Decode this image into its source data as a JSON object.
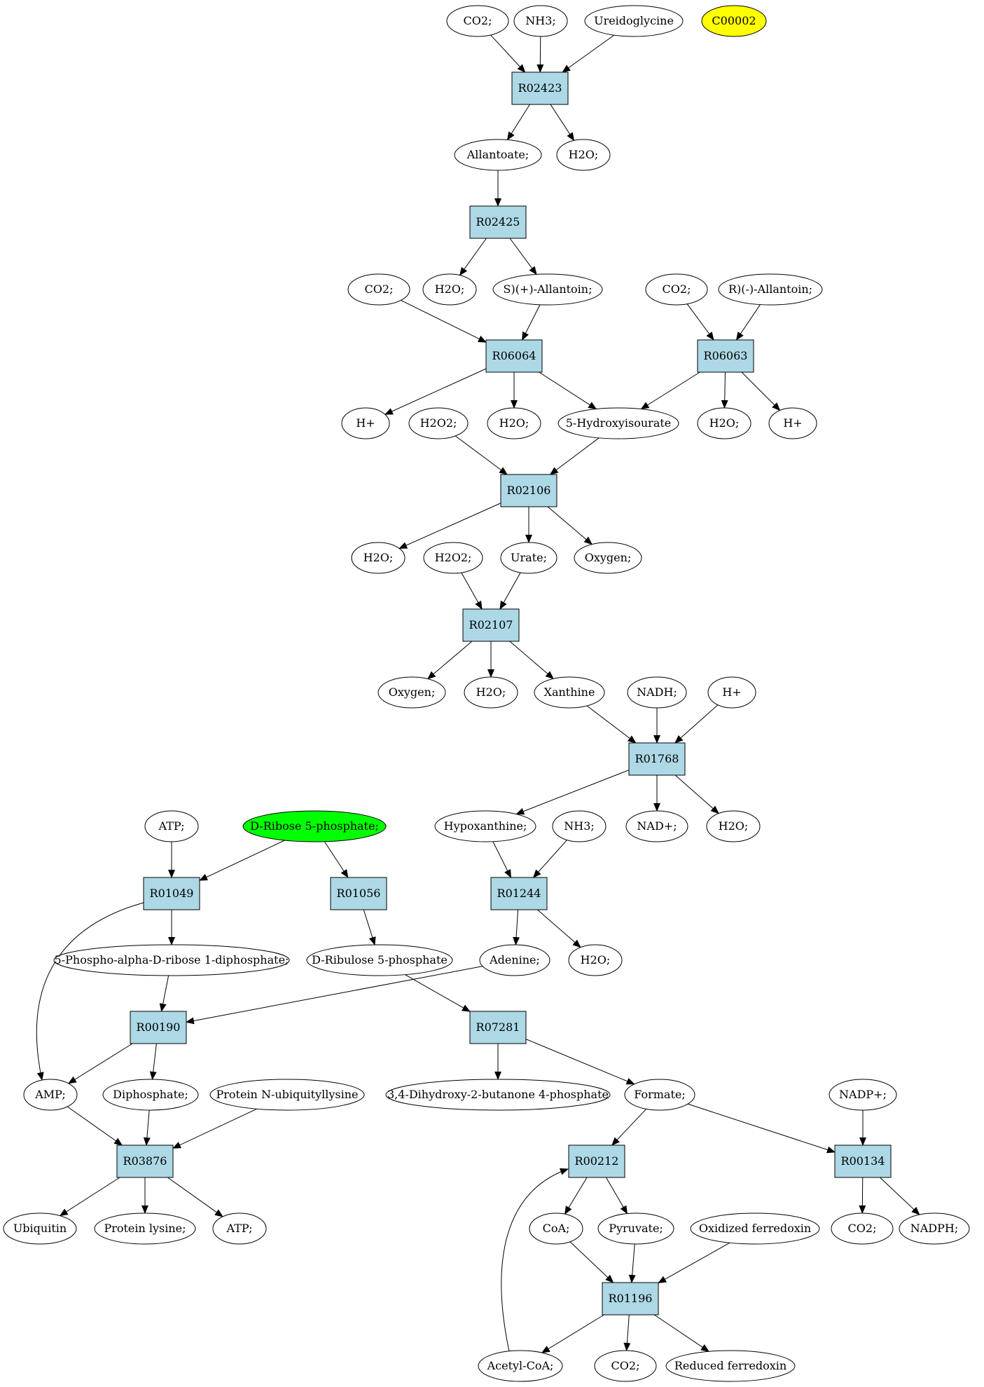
{
  "colors": {
    "reaction_fill": "#add8e6",
    "metabolite_fill": "#ffffff",
    "highlight_yellow": "#ffff00",
    "highlight_green": "#00ff00",
    "stroke": "#000000"
  },
  "nodes": {
    "c00002": "C00002",
    "co2_1": "CO2;",
    "nh3_1": "NH3;",
    "ureidoglycine": "Ureidoglycine",
    "r02423": "R02423",
    "allantoate": "Allantoate;",
    "h2o_1": "H2O;",
    "r02425": "R02425",
    "co2_2": "CO2;",
    "h2o_2": "H2O;",
    "s_allantoin": "S)(+)-Allantoin;",
    "co2_3": "CO2;",
    "r_allantoin": "R)(-)-Allantoin;",
    "r06064": "R06064",
    "r06063": "R06063",
    "hplus_1": "H+",
    "h2o2_1": "H2O2;",
    "h2o_3": "H2O;",
    "hydroxyisourate": "5-Hydroxyisourate",
    "h2o_4": "H2O;",
    "hplus_2": "H+",
    "r02106": "R02106",
    "h2o_5": "H2O;",
    "h2o2_2": "H2O2;",
    "urate": "Urate;",
    "oxygen_1": "Oxygen;",
    "r02107": "R02107",
    "oxygen_2": "Oxygen;",
    "h2o_6": "H2O;",
    "xanthine": "Xanthine",
    "nadh": "NADH;",
    "hplus_3": "H+",
    "r01768": "R01768",
    "atp_1": "ATP;",
    "ribose5p": "D-Ribose 5-phosphate;",
    "hypoxanthine": "Hypoxanthine;",
    "nh3_2": "NH3;",
    "nadplus": "NAD+;",
    "h2o_7": "H2O;",
    "r01049": "R01049",
    "r01056": "R01056",
    "r01244": "R01244",
    "prpp": "5-Phospho-alpha-D-ribose 1-diphosphate;",
    "ribulose5p": "D-Ribulose 5-phosphate",
    "adenine": "Adenine;",
    "h2o_8": "H2O;",
    "r00190": "R00190",
    "r07281": "R07281",
    "amp": "AMP;",
    "diphosphate": "Diphosphate;",
    "protein_nub": "Protein N-ubiquityllysine",
    "dhbp": "3,4-Dihydroxy-2-butanone 4-phosphate",
    "formate": "Formate;",
    "nadpplus": "NADP+;",
    "r03876": "R03876",
    "r00212": "R00212",
    "r00134": "R00134",
    "ubiquitin": "Ubiquitin",
    "protein_lys": "Protein lysine;",
    "atp_2": "ATP;",
    "coa": "CoA;",
    "pyruvate": "Pyruvate;",
    "ox_fd": "Oxidized ferredoxin",
    "co2_4": "CO2;",
    "nadph": "NADPH;",
    "r01196": "R01196",
    "acetylcoa": "Acetyl-CoA;",
    "co2_5": "CO2;",
    "red_fd": "Reduced ferredoxin"
  }
}
